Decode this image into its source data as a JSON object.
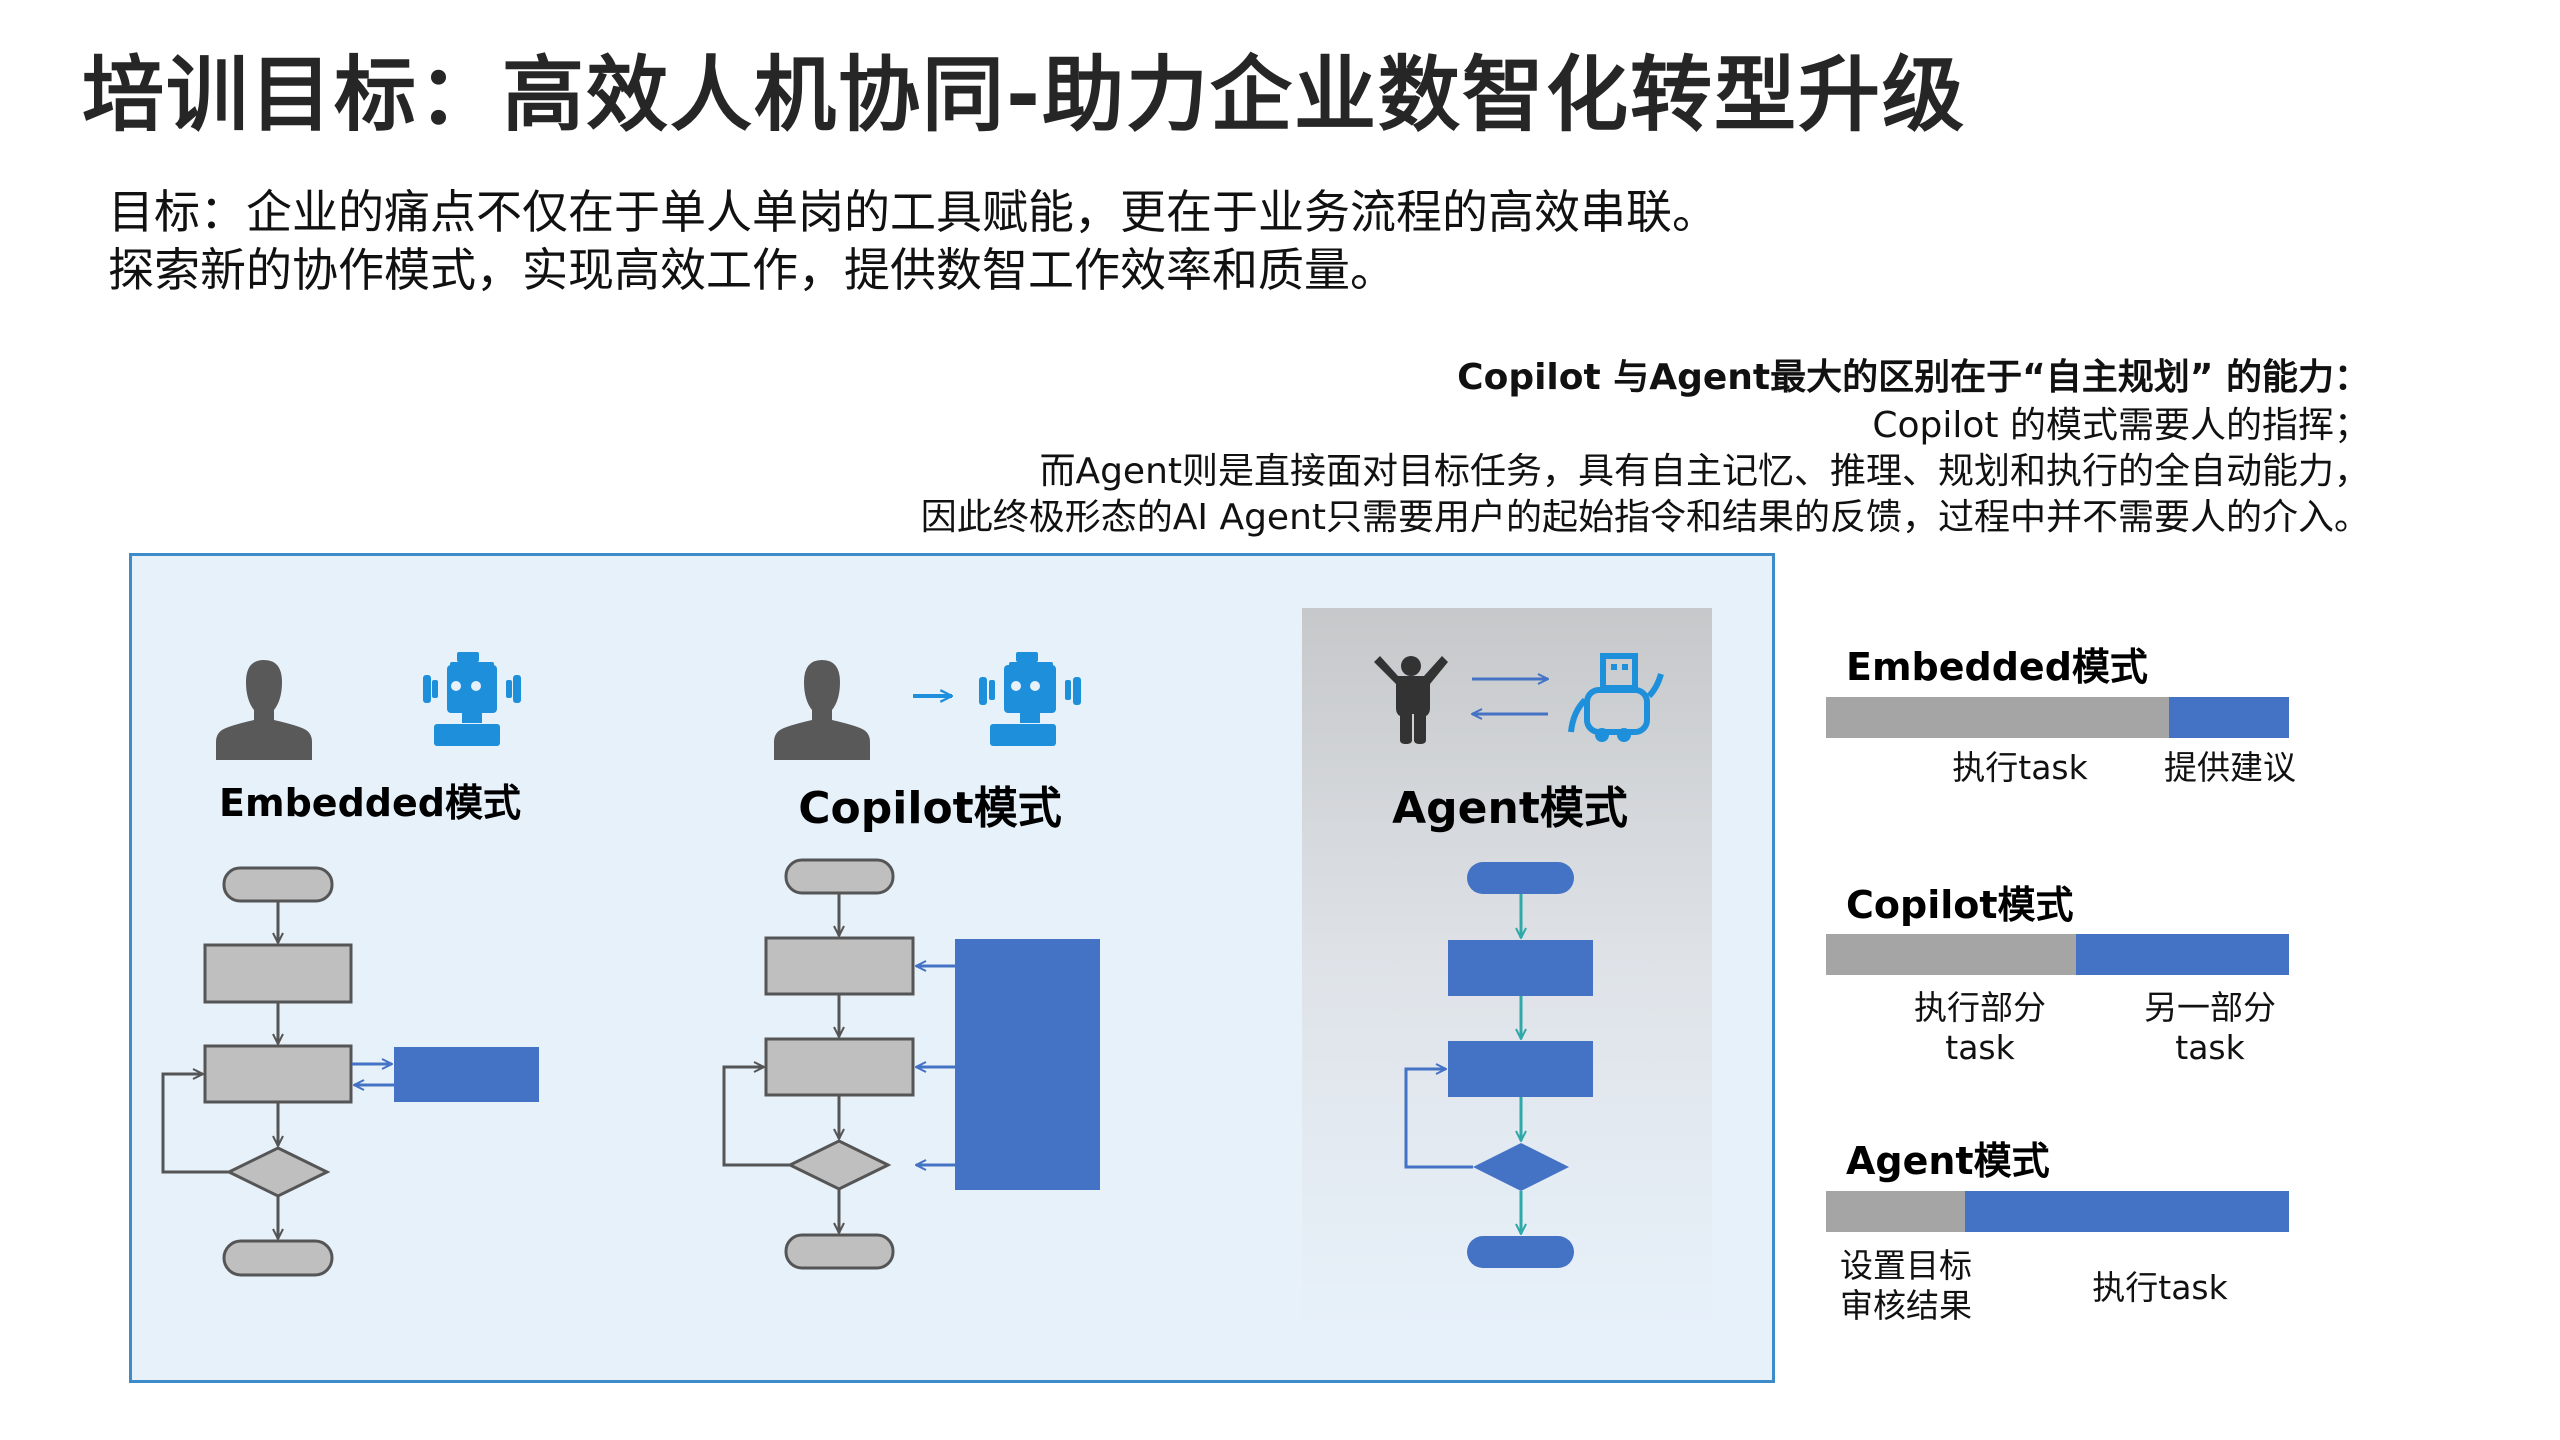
{
  "title": "培训目标：高效人机协同-助力企业数智化转型升级",
  "goal": {
    "line1": "目标：企业的痛点不仅在于单人单岗的工具赋能，更在于业务流程的高效串联。",
    "line2": "探索新的协作模式，实现高效工作，提供数智工作效率和质量。"
  },
  "note": {
    "heading": "Copilot 与Agent最大的区别在于“自主规划” 的能力：",
    "line1": "Copilot 的模式需要人的指挥；",
    "line2": "而Agent则是直接面对目标任务，具有自主记忆、推理、规划和执行的全自动能力，",
    "line3": "因此终极形态的AI Agent只需要用户的起始指令和结果的反馈，过程中并不需要人的介入。"
  },
  "diagram": {
    "modes": [
      {
        "name": "Embedded模式",
        "icons": [
          "person-icon",
          "robot-icon"
        ]
      },
      {
        "name": "Copilot模式",
        "icons": [
          "person-icon",
          "arrow-right-icon",
          "robot-icon"
        ]
      },
      {
        "name": "Agent模式",
        "icons": [
          "person-cheering-icon",
          "bidirectional-arrows-icon",
          "robot-wheeled-icon"
        ]
      }
    ]
  },
  "comparison": [
    {
      "title": "Embedded模式",
      "human_share": 0.74,
      "segments": [
        {
          "label": "执行task",
          "who": "human"
        },
        {
          "label": "提供建议",
          "who": "ai"
        }
      ]
    },
    {
      "title": "Copilot模式",
      "human_share": 0.54,
      "segments": [
        {
          "label": "执行部分\ntask",
          "line1": "执行部分",
          "line2": "task",
          "who": "human"
        },
        {
          "label": "另一部分\ntask",
          "line1": "另一部分",
          "line2": "task",
          "who": "ai"
        }
      ]
    },
    {
      "title": "Agent模式",
      "human_share": 0.3,
      "segments": [
        {
          "label": "设置目标\n审核结果",
          "line1": "设置目标",
          "line2": "审核结果",
          "who": "human"
        },
        {
          "label": "执行task",
          "who": "ai"
        }
      ]
    }
  ],
  "colors": {
    "human": "#a5a5a5",
    "ai": "#4472c4",
    "box_border": "#3d8bc8",
    "box_bg": "#e7f1fa",
    "robot": "#1e90db",
    "person": "#595959",
    "flow_gray": "#bfbfbf",
    "flow_stroke": "#555555",
    "teal_arrow": "#2fa8a8"
  }
}
